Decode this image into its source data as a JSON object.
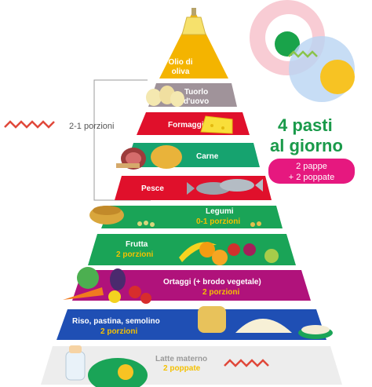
{
  "pyramid": {
    "levels": [
      {
        "label": "Olio di",
        "label2": "oliva",
        "color": "#f4b400"
      },
      {
        "label": "Tuorlo",
        "label2": "d'uovo",
        "color": "#a0939a"
      },
      {
        "label": "Formaggio",
        "color": "#e0102b"
      },
      {
        "label": "Carne",
        "color": "#16a36f"
      },
      {
        "label": "Pesce",
        "color": "#e0102b"
      },
      {
        "label": "Legumi",
        "portions": "0-1 porzioni",
        "color": "#1aa457"
      },
      {
        "label": "Frutta",
        "portions": "2 porzioni",
        "color": "#1aa457"
      },
      {
        "label": "Ortaggi (+ brodo vegetale)",
        "portions": "2 porzioni",
        "color": "#b0127b"
      },
      {
        "label": "Riso, pastina, semolino",
        "portions": "2 porzioni",
        "color": "#1f4fb4"
      },
      {
        "label": "Latte materno",
        "portions": "2 poppate",
        "color": "#ededed"
      }
    ]
  },
  "bracket_note": "2-1 porzioni",
  "meals": {
    "title_line1": "4 pasti",
    "title_line2": "al giorno",
    "badge_line1": "2 pappe",
    "badge_line2": "+ 2 poppate"
  },
  "colors": {
    "accent_green": "#1a9a4a",
    "accent_pink": "#e6187f",
    "wave_red": "#e0483a"
  }
}
